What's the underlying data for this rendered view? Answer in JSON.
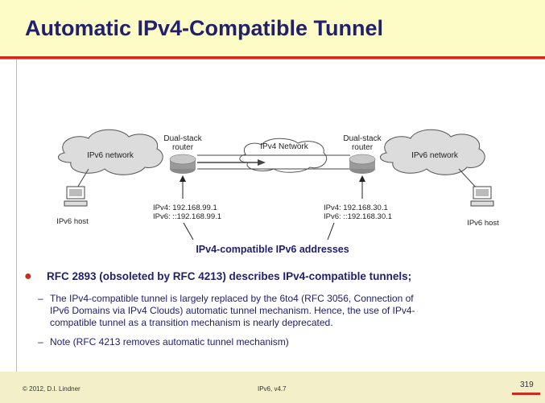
{
  "slide": {
    "title": "Automatic IPv4-Compatible Tunnel",
    "footer_left": "© 2012, D.I. Lindner",
    "footer_center": "IPv6, v4.7",
    "page_number": "319",
    "colors": {
      "title": "#21206e",
      "accent_red": "#cc2b1f",
      "header_bg": "#fefcc6",
      "footer_bg": "#f2efc9"
    }
  },
  "diagram": {
    "left_router_label_1": "Dual-stack",
    "left_router_label_2": "router",
    "right_router_label_1": "Dual-stack",
    "right_router_label_2": "router",
    "ipv4_network": "IPv4 Network",
    "left_cloud": "IPv6 network",
    "right_cloud": "IPv6 network",
    "left_host": "IPv6 host",
    "right_host": "IPv6 host",
    "left_ipv4": "IPv4:  192.168.99.1",
    "left_ipv6": "IPv6:  ::192.168.99.1",
    "right_ipv4": "IPv4:  192.168.30.1",
    "right_ipv6": "IPv6:  ::192.168.30.1",
    "caption": "IPv4-compatible IPv6 addresses"
  },
  "content": {
    "bullet_main": "RFC 2893 (obsoleted by RFC 4213) describes IPv4-compatible tunnels;",
    "sub1_line1": "The IPv4-compatible tunnel is largely replaced by the 6to4 (RFC 3056, Connection of",
    "sub1_line2": "IPv6 Domains via IPv4 Clouds) automatic tunnel mechanism. Hence, the use of IPv4-",
    "sub1_line3": "compatible tunnel as a transition mechanism is nearly deprecated.",
    "sub2": "Note (RFC 4213 removes automatic tunnel mechanism)",
    "dash": "–"
  }
}
